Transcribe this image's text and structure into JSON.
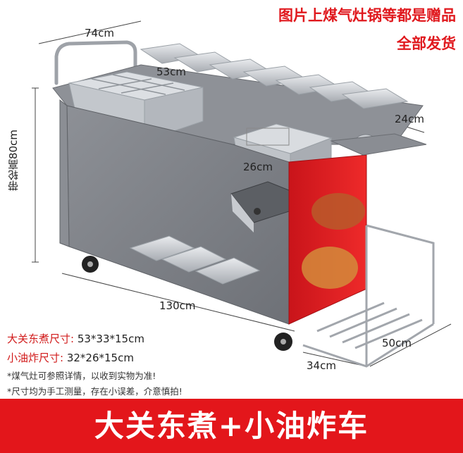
{
  "headline": {
    "line1": "图片上煤气灶锅等都是赠品",
    "line2": "全部发货"
  },
  "dimensions": {
    "depth": "74cm",
    "pot_width": "53cm",
    "side_shelf": "24cm",
    "fryer_depth": "26cm",
    "height": "带轮高80cm",
    "length": "130cm",
    "rack_depth": "50cm",
    "rack_width": "34cm"
  },
  "specs": [
    {
      "label": "大关东煮尺寸:",
      "value": "53*33*15cm"
    },
    {
      "label": "小油炸尺寸:",
      "value": "32*26*15cm"
    }
  ],
  "notes": [
    "*煤气灶可参照详情，以收到实物为准!",
    "*尺寸均为手工测量，存在小误差，介意慎拍!"
  ],
  "banner": {
    "title": "大关东煮+小油炸车"
  },
  "colors": {
    "accent_red": "#e3161b",
    "headline_red": "#e0191e",
    "steel": "#8a8d93",
    "panel_gray": "#7f8188"
  }
}
